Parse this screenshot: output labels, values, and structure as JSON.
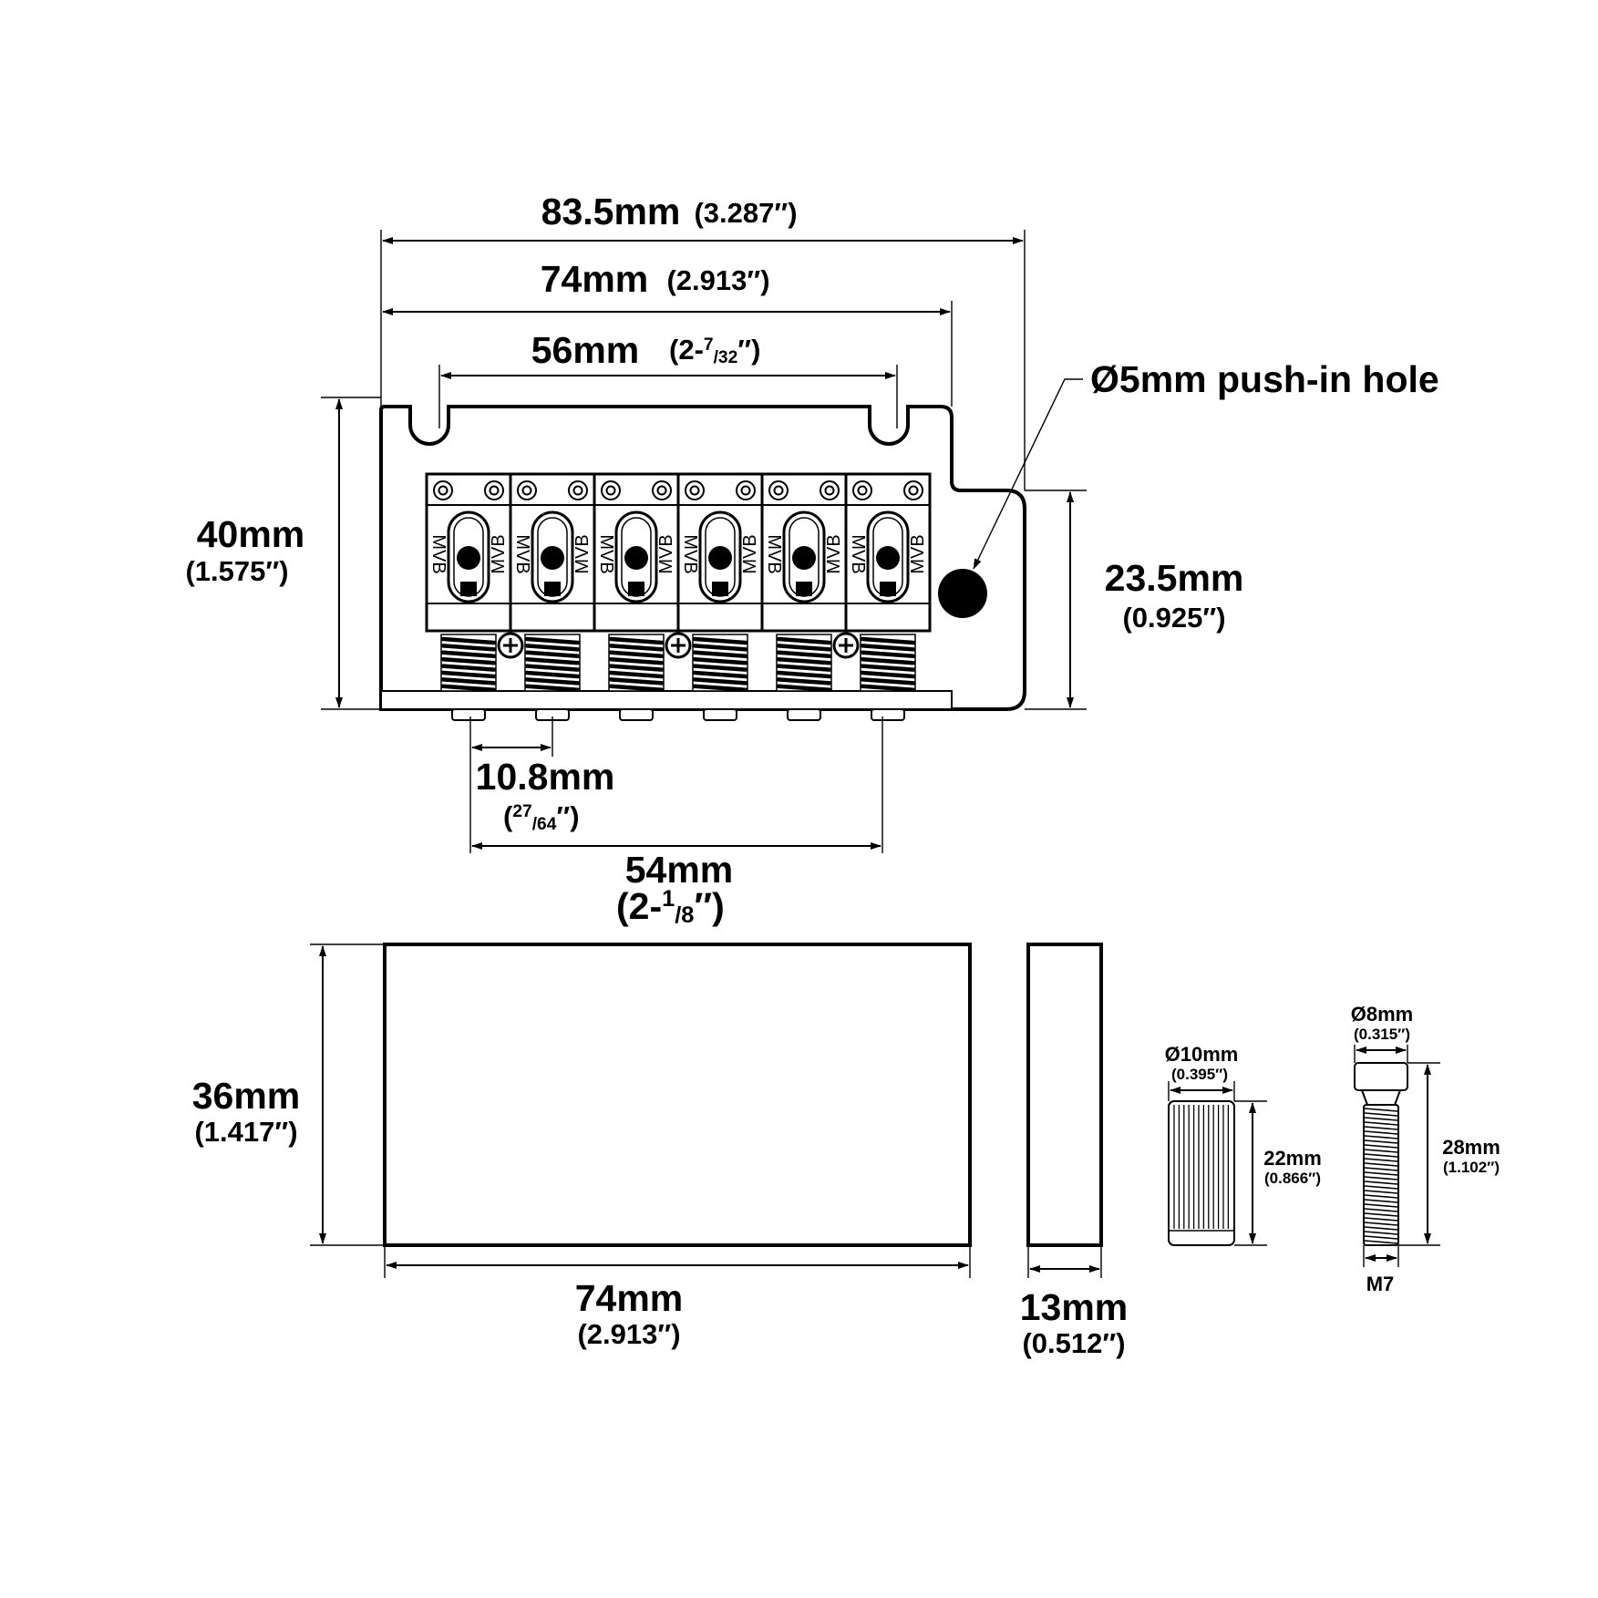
{
  "dimensions": {
    "overall_width": {
      "mm": "83.5mm",
      "inch": "(3.287″)"
    },
    "base_width": {
      "mm": "74mm",
      "inch": "(2.913″)"
    },
    "mount_spacing": {
      "mm": "56mm",
      "inch_prefix": "(2-",
      "inch_num": "7",
      "inch_den": "/32",
      "inch_suffix": "″)"
    },
    "height": {
      "mm": "40mm",
      "inch": "(1.575″)"
    },
    "side_height": {
      "mm": "23.5mm",
      "inch": "(0.925″)"
    },
    "string_spacing": {
      "mm": "10.8mm",
      "inch_open": "(",
      "inch_num": "27",
      "inch_den": "/64",
      "inch_suffix": "″)"
    },
    "outer_string_spacing": {
      "mm": "54mm",
      "inch_prefix": "(2-",
      "inch_num": "1",
      "inch_den": "/8",
      "inch_suffix": "″)"
    },
    "block_height": {
      "mm": "36mm",
      "inch": "(1.417″)"
    },
    "block_width": {
      "mm": "74mm",
      "inch": "(2.913″)"
    },
    "block_depth": {
      "mm": "13mm",
      "inch": "(0.512″)"
    },
    "ferrule_diameter": {
      "mm": "Ø10mm",
      "inch": "(0.395″)"
    },
    "ferrule_length": {
      "mm": "22mm",
      "inch": "(0.866″)"
    },
    "arm_diameter": {
      "mm": "Ø8mm",
      "inch": "(0.315″)"
    },
    "arm_length": {
      "mm": "28mm",
      "inch": "(1.102″)"
    },
    "arm_thread": "M7"
  },
  "callouts": {
    "push_in_hole": "Ø5mm push-in hole"
  },
  "saddle_mark": "MVB"
}
